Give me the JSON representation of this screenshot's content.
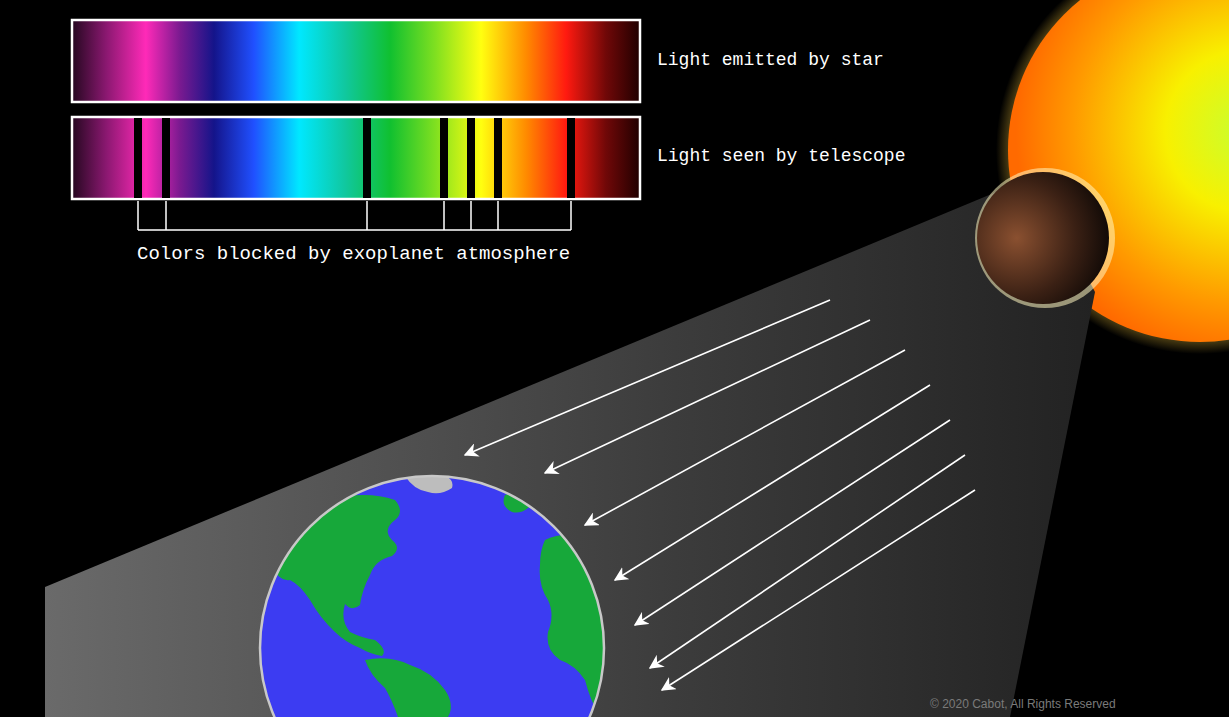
{
  "diagram": {
    "labels": [
      "Light emitted by star",
      "Light seen by telescope",
      "Colors blocked by exoplanet atmosphere",
      "© 2020 Cabot, All Rights Reserved"
    ]
  }
}
